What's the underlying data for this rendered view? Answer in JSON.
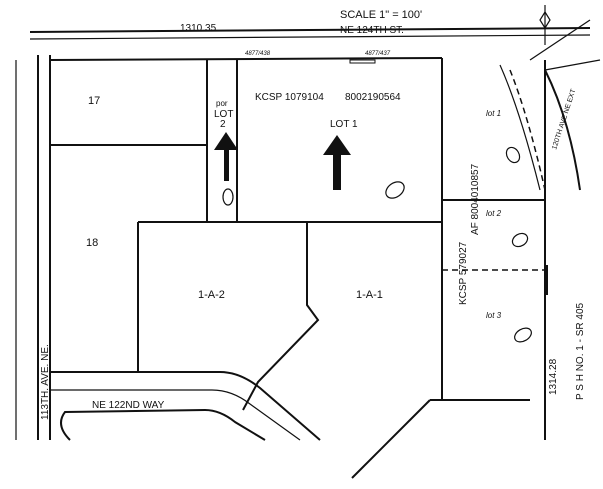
{
  "map": {
    "scale": "SCALE 1\" = 100'",
    "top_dimension": "1310.35",
    "right_dimension": "1314.28",
    "streets": {
      "north": "NE 124TH ST.",
      "west": "113TH. AVE. NE.",
      "south": "NE 122ND WAY",
      "east_ext": "120TH AVE NE EXT",
      "highway": "P S H  NO. 1 - SR 405"
    },
    "recordings": [
      "4877/438",
      "4877/437"
    ],
    "parcels": {
      "lot17": "17",
      "lot18": "18",
      "por_lot2": [
        "por",
        "LOT",
        "2"
      ],
      "kcsp_main": "KCSP 1079104",
      "kcsp_main_rec": "8002190564",
      "lot1_main": "LOT 1",
      "lot_1a2": "1-A-2",
      "lot_1a1": "1-A-1",
      "kcsp_east": "KCSP 579027",
      "af_east": "AF 8004010857",
      "east_lot1": "lot 1",
      "east_lot2": "lot 2",
      "east_lot3": "lot 3"
    },
    "subject_arrows": 2,
    "line_color": "#111111",
    "paper_color": "#ffffff"
  }
}
